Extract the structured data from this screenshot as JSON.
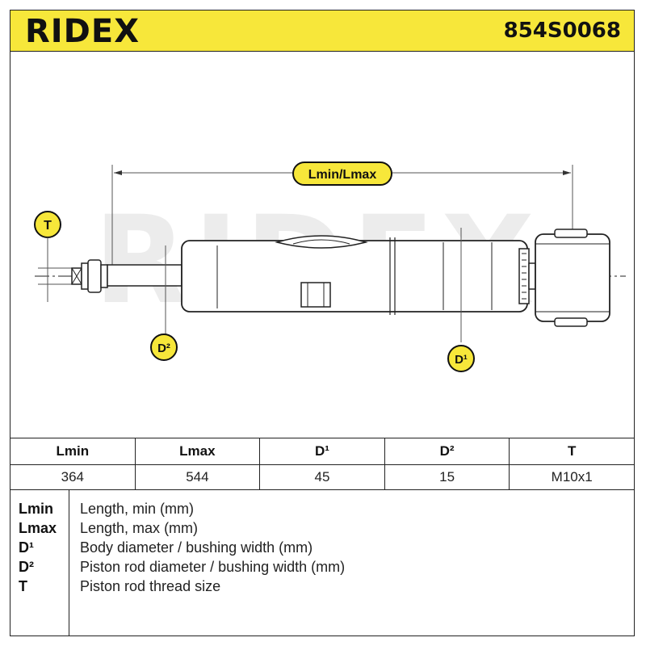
{
  "header": {
    "brand": "RIDEX",
    "part_number": "854S0068",
    "accent_color": "#f7e73a"
  },
  "drawing": {
    "watermark": "RIDEX",
    "labels": {
      "overall_length": "Lmin/Lmax",
      "thread": "T",
      "rod_diameter": "D²",
      "body_diameter": "D¹"
    },
    "label_bubble_color": "#f7e73a"
  },
  "specs": {
    "headers": [
      "Lmin",
      "Lmax",
      "D¹",
      "D²",
      "T"
    ],
    "values": [
      "364",
      "544",
      "45",
      "15",
      "M10x1"
    ]
  },
  "legend": [
    {
      "key": "Lmin",
      "desc": "Length, min (mm)"
    },
    {
      "key": "Lmax",
      "desc": "Length, max (mm)"
    },
    {
      "key": "D¹",
      "desc": "Body diameter / bushing width (mm)"
    },
    {
      "key": "D²",
      "desc": "Piston rod diameter / bushing width (mm)"
    },
    {
      "key": "T",
      "desc": "Piston rod thread size"
    }
  ]
}
